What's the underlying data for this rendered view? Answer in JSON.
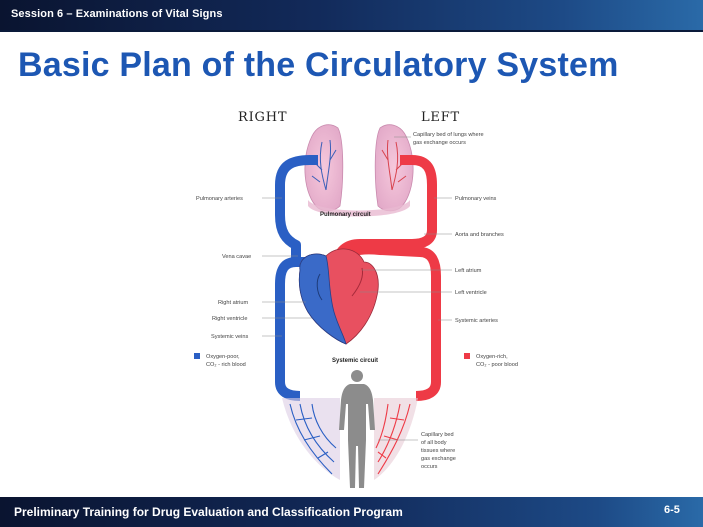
{
  "header": {
    "session": "Session 6 – Examinations of Vital Signs"
  },
  "title": "Basic Plan of the Circulatory System",
  "diagram": {
    "side_right": "RIGHT",
    "side_left": "LEFT",
    "labels": {
      "capillary_lungs_1": "Capillary bed of lungs where",
      "capillary_lungs_2": "gas exchange occurs",
      "pulmonary_arteries": "Pulmonary arteries",
      "pulmonary_veins": "Pulmonary veins",
      "pulmonary_circuit": "Pulmonary circuit",
      "aorta": "Aorta and branches",
      "vena_cavae": "Vena cavae",
      "left_atrium": "Left atrium",
      "left_ventricle": "Left ventricle",
      "right_atrium": "Right atrium",
      "right_ventricle": "Right ventricle",
      "systemic_arteries": "Systemic arteries",
      "systemic_veins": "Systemic veins",
      "systemic_circuit": "Systemic circuit",
      "capillary_body_1": "Capillary bed",
      "capillary_body_2": "of all body",
      "capillary_body_3": "tissues where",
      "capillary_body_4": "gas exchange",
      "capillary_body_5": "occurs"
    },
    "legend": {
      "oxygen_poor_1": "Oxygen-poor,",
      "oxygen_poor_2": "CO₂ - rich blood",
      "oxygen_rich_1": "Oxygen-rich,",
      "oxygen_rich_2": "CO₂ - poor blood"
    },
    "colors": {
      "oxygen_poor": "#2a5fc4",
      "oxygen_rich": "#ee3a46"
    }
  },
  "footer": {
    "program": "Preliminary Training for Drug Evaluation and Classification Program",
    "page": "6-5"
  }
}
